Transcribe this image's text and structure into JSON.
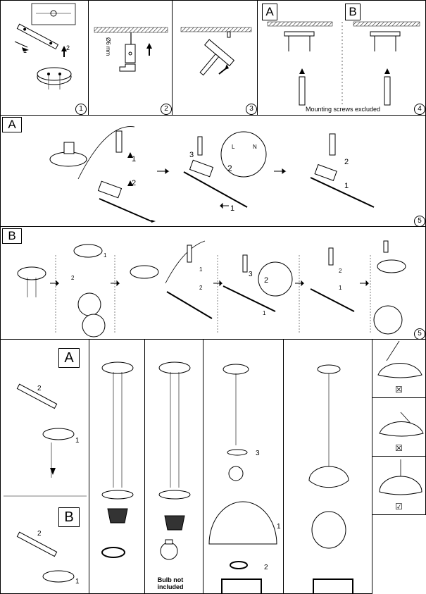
{
  "steps": {
    "s1": "1",
    "s2": "2",
    "s3": "3",
    "s4": "4",
    "s5a": "5",
    "s5b": "5"
  },
  "labels": {
    "variant_a": "A",
    "variant_b": "B",
    "drill_size": "Ø6 mm",
    "mounting_note": "Mounting screws excluded",
    "bulb_note_line1": "Bulb not",
    "bulb_note_line2": "included",
    "terminal_l": "L",
    "terminal_n": "N"
  },
  "arrow_numbers": {
    "one": "1",
    "two": "2",
    "three": "3"
  },
  "hang_checks": [
    "☒",
    "☒",
    "☑"
  ]
}
